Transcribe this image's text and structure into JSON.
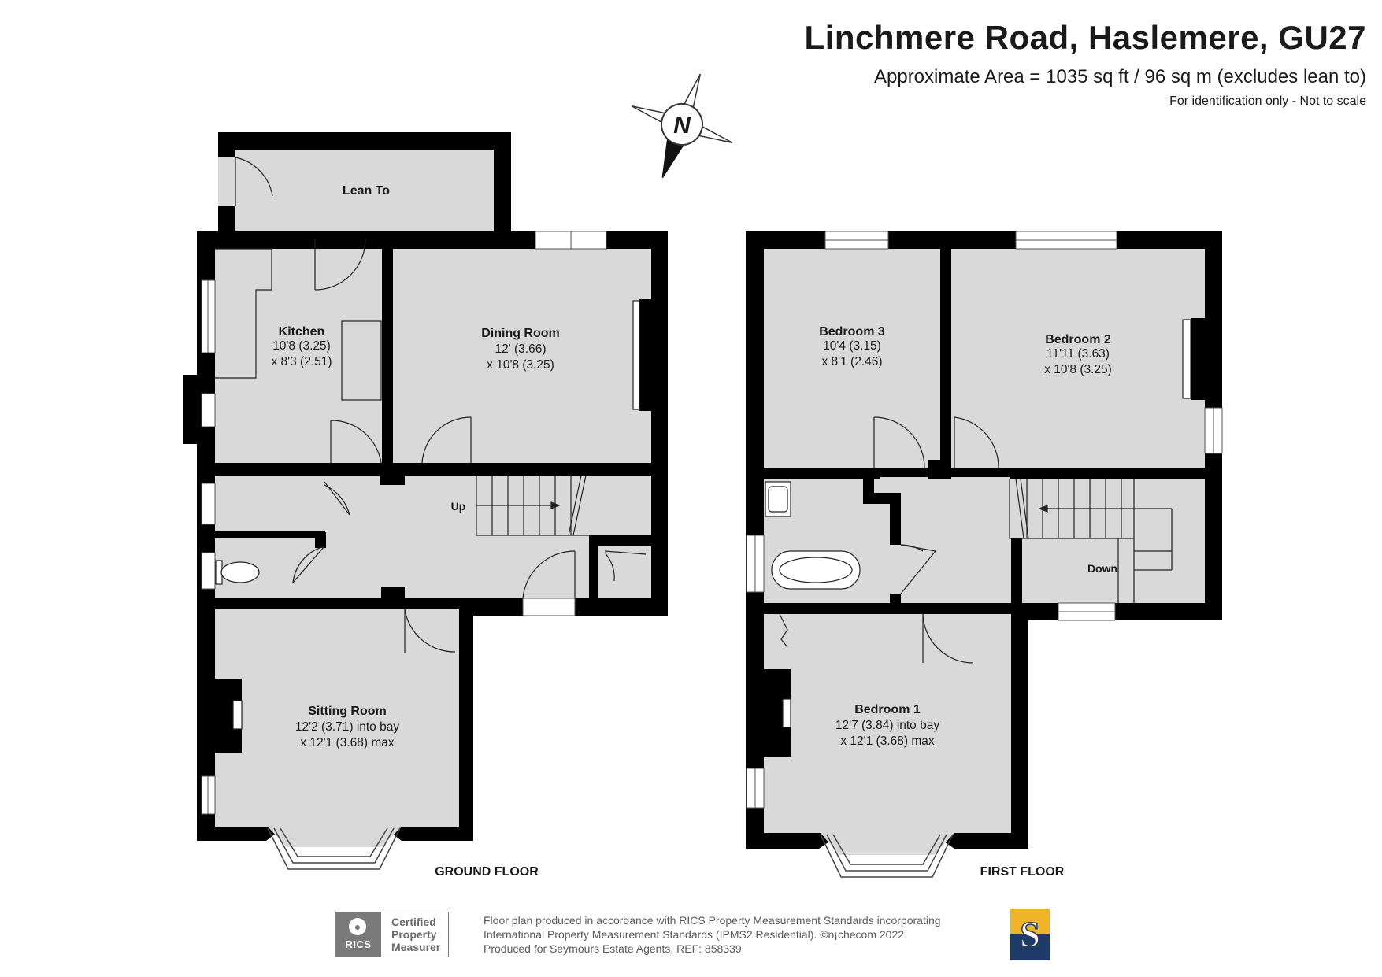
{
  "header": {
    "title": "Linchmere Road, Haslemere, GU27",
    "area": "Approximate Area = 1035 sq ft / 96 sq m (excludes lean to)",
    "disclaimer": "For identification only - Not to scale"
  },
  "compass": {
    "label": "N"
  },
  "ground_floor": {
    "label": "GROUND FLOOR",
    "stairs_label": "Up",
    "rooms": [
      {
        "name": "Lean To",
        "dims": []
      },
      {
        "name": "Kitchen",
        "dims": [
          "10'8 (3.25)",
          "x 8'3 (2.51)"
        ]
      },
      {
        "name": "Dining Room",
        "dims": [
          "12' (3.66)",
          "x 10'8 (3.25)"
        ]
      },
      {
        "name": "Sitting Room",
        "dims": [
          "12'2 (3.71) into bay",
          "x 12'1 (3.68) max"
        ]
      }
    ]
  },
  "first_floor": {
    "label": "FIRST FLOOR",
    "stairs_label": "Down",
    "rooms": [
      {
        "name": "Bedroom 3",
        "dims": [
          "10'4 (3.15)",
          "x 8'1 (2.46)"
        ]
      },
      {
        "name": "Bedroom 2",
        "dims": [
          "11'11 (3.63)",
          "x 10'8 (3.25)"
        ]
      },
      {
        "name": "Bedroom 1",
        "dims": [
          "12'7 (3.84) into bay",
          "x 12'1 (3.68) max"
        ]
      }
    ]
  },
  "footer": {
    "lines": [
      "Floor plan produced in accordance with RICS Property Measurement Standards incorporating",
      "International Property Measurement Standards (IPMS2 Residential).  ©n¡checom 2022.",
      "Produced for Seymours Estate Agents.   REF:  858339"
    ],
    "rics": {
      "mark": "RICS",
      "certified": [
        "Certified",
        "Property",
        "Measurer"
      ]
    },
    "agent_logo_letter": "S"
  },
  "colors": {
    "wall": "#000000",
    "floor": "#d9d9d9",
    "window": "#ffffff",
    "logo_gold": "#f0b429",
    "logo_navy": "#1e3a66",
    "rics_grey": "#7a7a7a"
  }
}
